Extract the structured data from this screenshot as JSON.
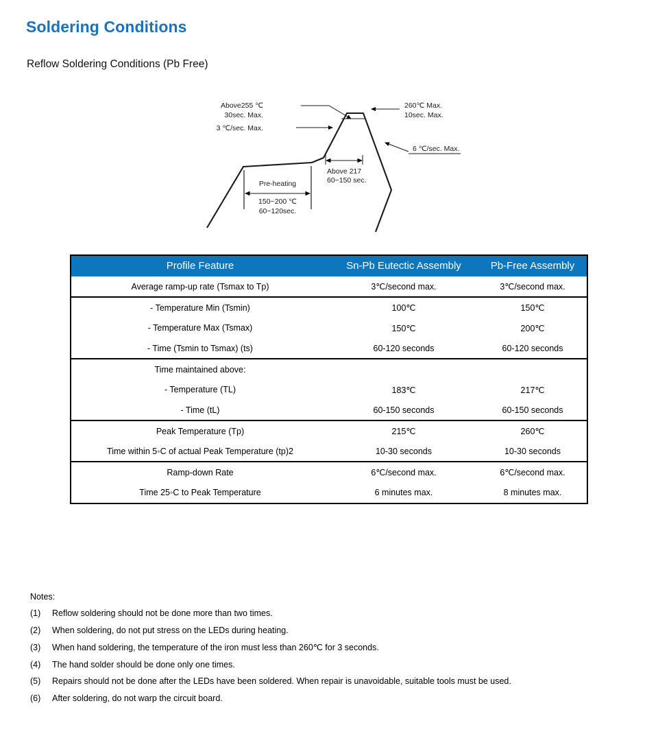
{
  "page": {
    "title": "Soldering Conditions",
    "subtitle": "Reflow Soldering Conditions (Pb Free)",
    "title_color": "#1d71b8",
    "header_color": "#0e76bc"
  },
  "diagram": {
    "name": "reflow-solder-profile",
    "labels": {
      "above255_line1": "Above255 ℃",
      "above255_line2": "30sec. Max.",
      "ramp_up_rate": "3 ℃/sec. Max.",
      "peak_temp_line1": "260℃ Max.",
      "peak_temp_line2": "10sec. Max.",
      "ramp_down_rate": "6 ℃/sec. Max.",
      "above217_line1": "Above 217",
      "above217_line2": "60~150 sec.",
      "preheat_title": "Pre-heating",
      "preheat_temp": "150~200 ℃",
      "preheat_time": "60~120sec."
    }
  },
  "table": {
    "columns": [
      "Profile Feature",
      "Sn-Pb Eutectic Assembly",
      "Pb-Free Assembly"
    ],
    "sections": [
      {
        "rows": [
          {
            "feature": "Average ramp-up rate (Tsmax to Tp)",
            "snpb": "3℃/second max.",
            "pbfree": "3℃/second max."
          }
        ]
      },
      {
        "rows": [
          {
            "feature": "- Temperature Min (Tsmin)",
            "snpb": "100℃",
            "pbfree": "150℃"
          },
          {
            "feature": "- Temperature Max (Tsmax)",
            "snpb": "150℃",
            "pbfree": "200℃"
          },
          {
            "feature": "- Time (Tsmin to Tsmax) (ts)",
            "snpb": "60-120 seconds",
            "pbfree": "60-120 seconds"
          }
        ]
      },
      {
        "rows": [
          {
            "feature": "Time maintained above:",
            "snpb": "",
            "pbfree": ""
          },
          {
            "feature": "- Temperature (TL)",
            "snpb": "183℃",
            "pbfree": "217℃"
          },
          {
            "feature": "- Time (tL)",
            "snpb": "60-150 seconds",
            "pbfree": "60-150 seconds"
          }
        ]
      },
      {
        "rows": [
          {
            "feature": "Peak Temperature (Tp)",
            "snpb": "215℃",
            "pbfree": "260℃"
          },
          {
            "feature": "Time within 5◦C of actual Peak Temperature (tp)2",
            "snpb": "10-30 seconds",
            "pbfree": "10-30 seconds"
          }
        ]
      },
      {
        "rows": [
          {
            "feature": "Ramp-down Rate",
            "snpb": "6℃/second max.",
            "pbfree": "6℃/second max."
          },
          {
            "feature": "Time 25◦C to Peak Temperature",
            "snpb": "6 minutes max.",
            "pbfree": "8 minutes max."
          }
        ]
      }
    ]
  },
  "notes": {
    "title": "Notes:",
    "items": [
      {
        "num": "(1)",
        "text": "Reflow soldering should not be done more than two times."
      },
      {
        "num": "(2)",
        "text": "When soldering, do not put stress on the LEDs during heating."
      },
      {
        "num": "(3)",
        "text": "When hand soldering, the temperature of the iron must less than 260℃  for 3 seconds."
      },
      {
        "num": "(4)",
        "text": "The hand solder should be done only one times."
      },
      {
        "num": "(5)",
        "text": "Repairs should not be done after the LEDs have been soldered. When repair is unavoidable, suitable tools must be used."
      },
      {
        "num": "(6)",
        "text": "After soldering, do not warp the circuit board."
      }
    ]
  }
}
